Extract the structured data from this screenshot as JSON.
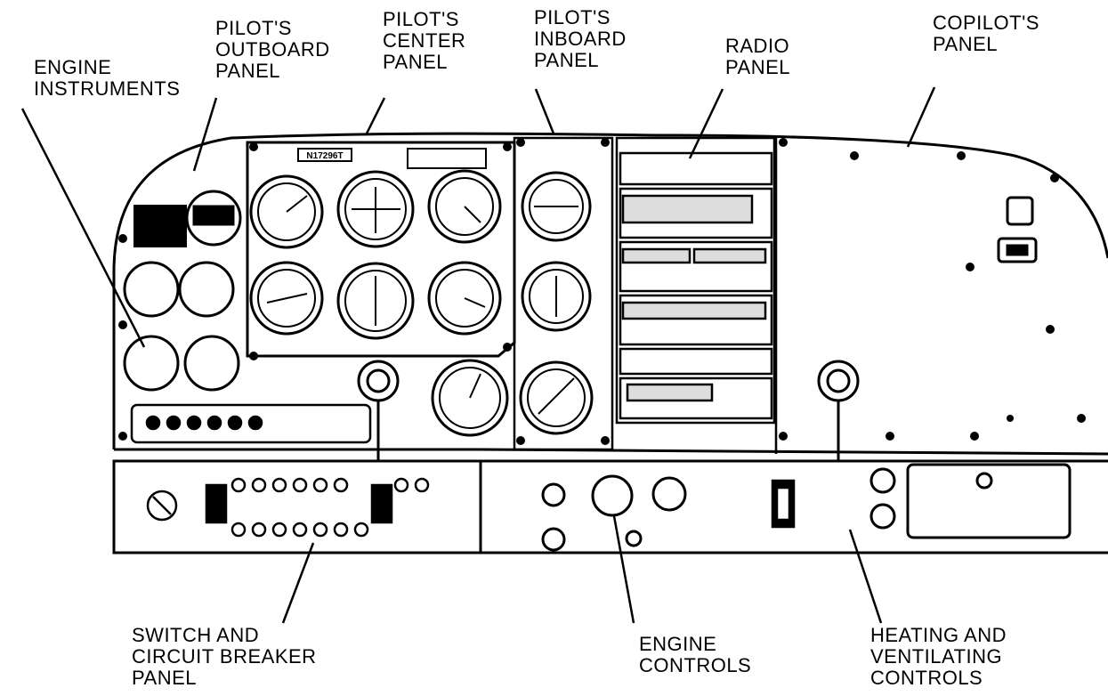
{
  "callouts": {
    "engine_instruments": [
      "ENGINE",
      "INSTRUMENTS"
    ],
    "pilots_outboard_panel": [
      "PILOT'S",
      "OUTBOARD",
      "PANEL"
    ],
    "pilots_center_panel": [
      "PILOT'S",
      "CENTER",
      "PANEL"
    ],
    "pilots_inboard_panel": [
      "PILOT'S",
      "INBOARD",
      "PANEL"
    ],
    "radio_panel": [
      "RADIO",
      "PANEL"
    ],
    "copilots_panel": [
      "COPILOT'S",
      "PANEL"
    ],
    "switch_and_circuit_breaker_panel": [
      "SWITCH AND",
      "CIRCUIT BREAKER",
      "PANEL"
    ],
    "engine_controls": [
      "ENGINE",
      "CONTROLS"
    ],
    "heating_and_ventilating_controls": [
      "HEATING AND",
      "VENTILATING",
      "CONTROLS"
    ]
  },
  "panel_placards": {
    "registration": "N17296T"
  },
  "colors": {
    "line": "#000000",
    "panel_fill": "#ffffff",
    "shade": "#1a1a1a"
  }
}
